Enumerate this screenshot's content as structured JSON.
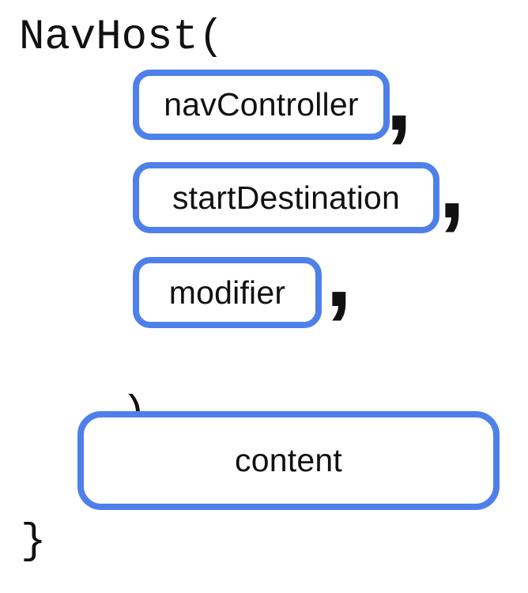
{
  "diagram": {
    "function_open": "NavHost(",
    "params": [
      {
        "label": "navController",
        "comma": ","
      },
      {
        "label": "startDestination",
        "comma": ","
      },
      {
        "label": "modifier",
        "comma": ","
      }
    ],
    "close_paren": ")",
    "open_brace": "{",
    "content_label": "content",
    "close_brace": "}"
  },
  "colors": {
    "accent_blue": "#4e80ea",
    "text": "#111111",
    "background": "#ffffff"
  }
}
